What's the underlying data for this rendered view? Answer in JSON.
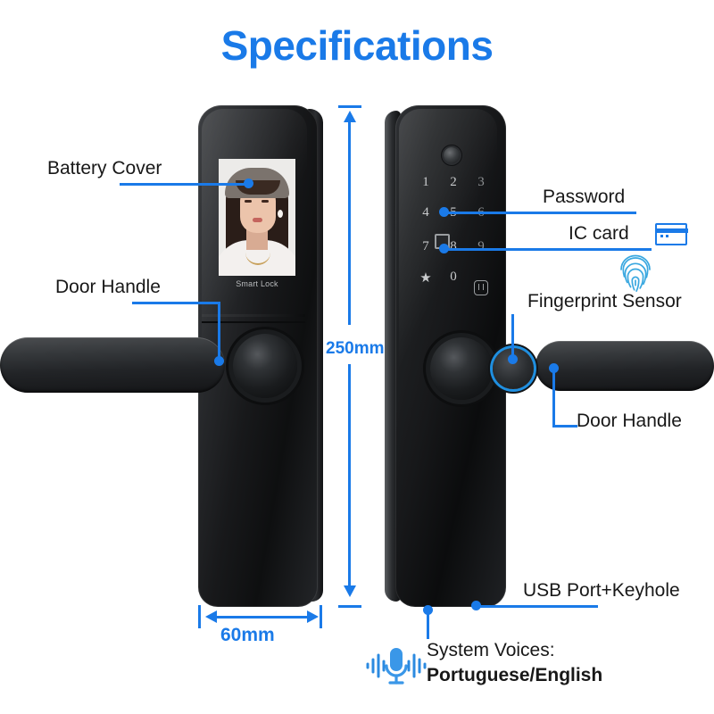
{
  "title": "Specifications",
  "colors": {
    "accent": "#1a7ae8",
    "text": "#181818",
    "body_dark": "#17181a"
  },
  "labels": {
    "battery_cover": "Battery Cover",
    "door_handle_left": "Door Handle",
    "door_handle_right": "Door Handle",
    "password": "Password",
    "ic_card": "IC card",
    "fingerprint_sensor": "Fingerprint Sensor",
    "usb_port_keyhole": "USB Port+Keyhole",
    "system_voices_title": "System Voices:",
    "system_voices_value": "Portuguese/English"
  },
  "dimensions": {
    "height": "250mm",
    "width": "60mm"
  },
  "device_left": {
    "screen_caption": "Smart Lock"
  },
  "device_right": {
    "keypad": [
      {
        "key": "1"
      },
      {
        "key": "2"
      },
      {
        "key": "3"
      },
      {
        "key": "4"
      },
      {
        "key": "5"
      },
      {
        "key": "6"
      },
      {
        "key": "7"
      },
      {
        "key": "8"
      },
      {
        "key": "9"
      },
      {
        "key": "★"
      },
      {
        "key": "0"
      },
      {
        "key": ""
      }
    ]
  },
  "icons": {
    "camera": "camera-lens-icon",
    "ic_card": "ic-card-icon",
    "fingerprint": "fingerprint-icon",
    "microphone": "microphone-icon",
    "lock_key": "lock-key-icon"
  }
}
